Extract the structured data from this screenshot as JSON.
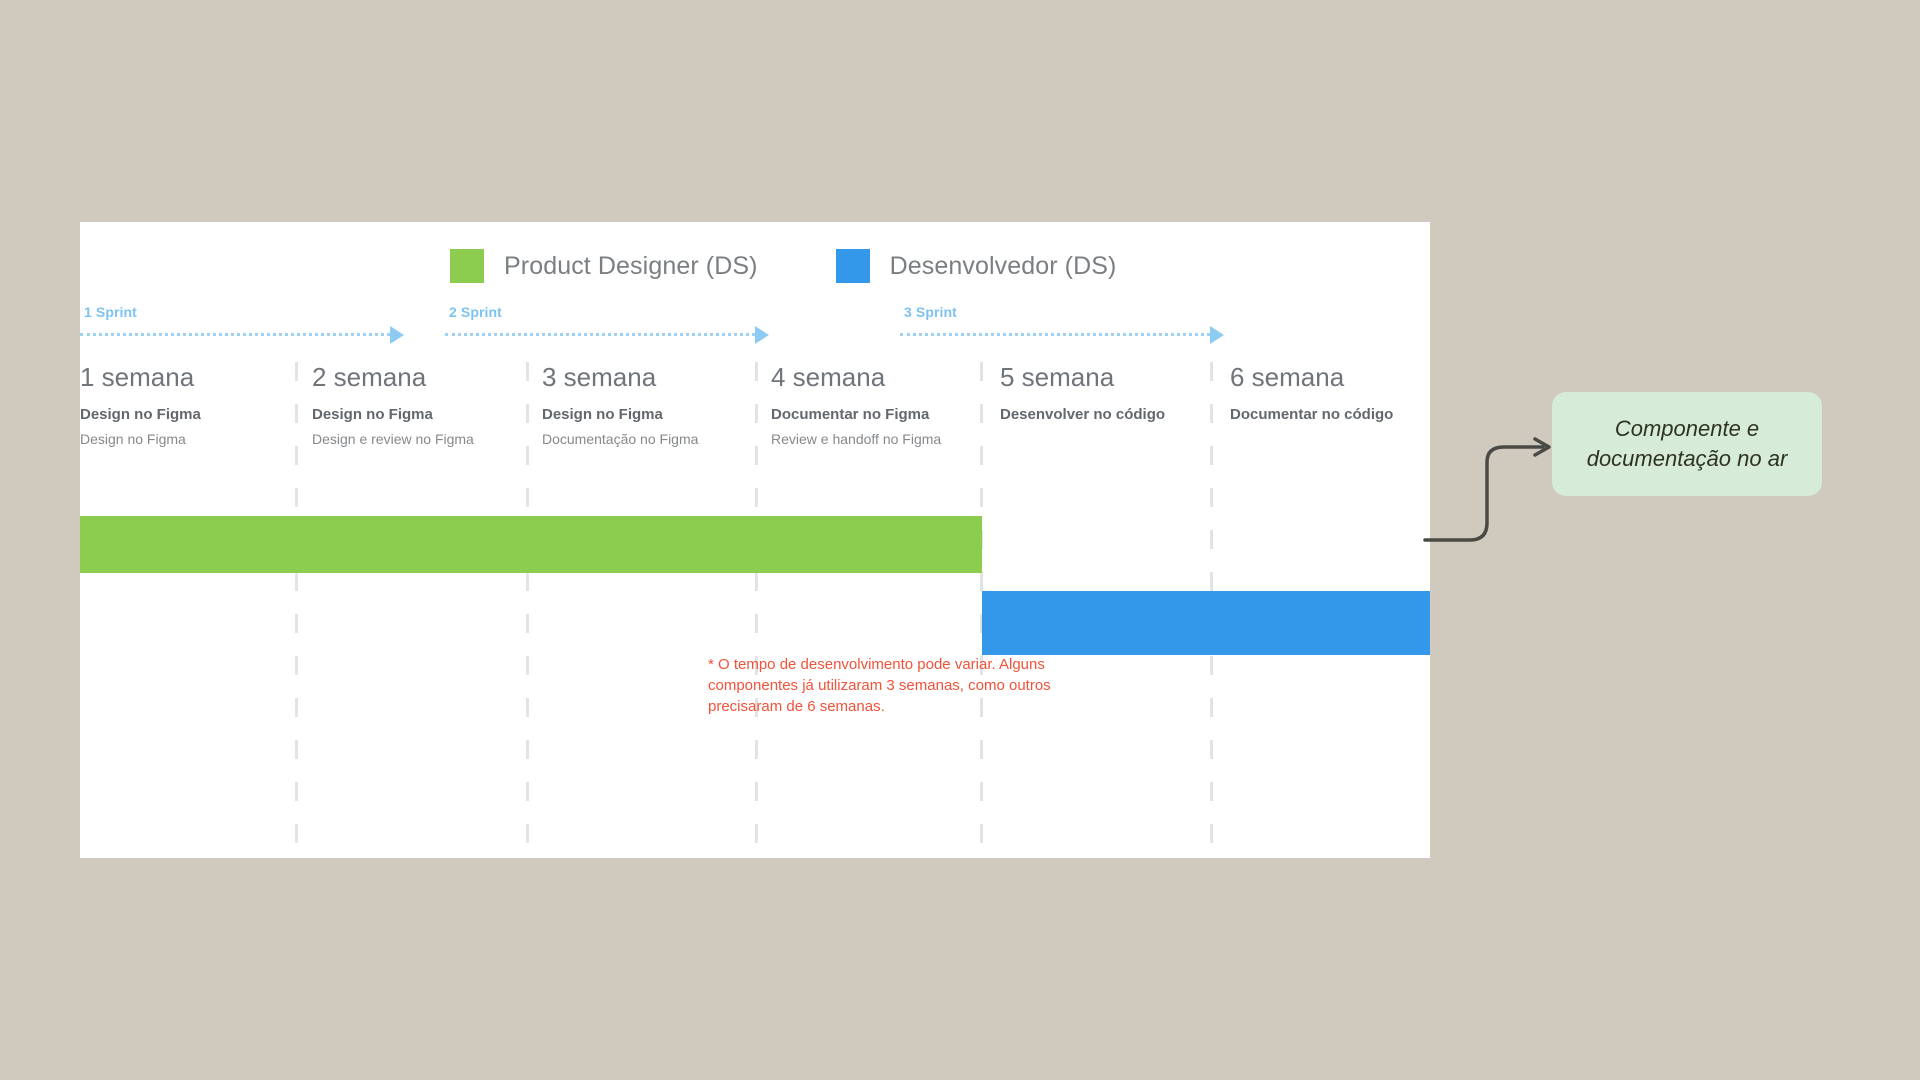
{
  "canvas": {
    "background_color": "#d0c9bd"
  },
  "card": {
    "background_color": "#ffffff"
  },
  "legend": {
    "items": [
      {
        "label": "Product Designer (DS)",
        "color": "#8ccd4f",
        "swatch_name": "legend-swatch-designer"
      },
      {
        "label": "Desenvolvedor (DS)",
        "color": "#3398e9",
        "swatch_name": "legend-swatch-developer"
      }
    ]
  },
  "sprints": [
    {
      "label": "1 Sprint",
      "color": "#7ec2f2"
    },
    {
      "label": "2 Sprint",
      "color": "#7ec2f2"
    },
    {
      "label": "3 Sprint",
      "color": "#7ec2f2"
    }
  ],
  "weeks": [
    {
      "title": "1 semana",
      "main": "Design no Figma",
      "sub": "Design no Figma"
    },
    {
      "title": "2 semana",
      "main": "Design no Figma",
      "sub": "Design e review no Figma"
    },
    {
      "title": "3 semana",
      "main": "Design no Figma",
      "sub": "Documentação no Figma"
    },
    {
      "title": "4 semana",
      "main": "Documentar no Figma",
      "sub": "Review e handoff no Figma"
    },
    {
      "title": "5 semana",
      "main": "Desenvolver no código",
      "sub": ""
    },
    {
      "title": "6 semana",
      "main": "Documentar no código",
      "sub": ""
    }
  ],
  "bars": [
    {
      "name": "Product Designer (DS)",
      "color": "#8ccd4f",
      "start_week": 1,
      "end_week": 4,
      "duration_weeks": 4
    },
    {
      "name": "Desenvolvedor (DS)",
      "color": "#3398e9",
      "start_week": 5,
      "end_week": 6,
      "duration_weeks": 2
    }
  ],
  "footnote": {
    "text": "* O tempo de desenvolvimento pode variar. Alguns componentes já utilizaram 3 semanas, como outros precisaram de 6 semanas.",
    "color": "#f2523a"
  },
  "callout": {
    "text": "Componente e documentação no ar",
    "background_color": "#d6ecd9",
    "text_color": "#2e331f"
  },
  "chart_data": {
    "type": "bar",
    "title": "",
    "xlabel": "",
    "ylabel": "",
    "categories": [
      "1 semana",
      "2 semana",
      "3 semana",
      "4 semana",
      "5 semana",
      "6 semana"
    ],
    "series": [
      {
        "name": "Product Designer (DS)",
        "color": "#8ccd4f",
        "values": [
          1,
          1,
          1,
          1,
          0,
          0
        ]
      },
      {
        "name": "Desenvolvedor (DS)",
        "color": "#3398e9",
        "values": [
          0,
          0,
          0,
          0,
          1,
          1
        ]
      }
    ],
    "groups": [
      {
        "name": "1 Sprint",
        "categories": [
          "1 semana",
          "2 semana"
        ]
      },
      {
        "name": "2 Sprint",
        "categories": [
          "3 semana",
          "4 semana"
        ]
      },
      {
        "name": "3 Sprint",
        "categories": [
          "5 semana",
          "6 semana"
        ]
      }
    ],
    "legend_position": "top",
    "grid": true
  }
}
